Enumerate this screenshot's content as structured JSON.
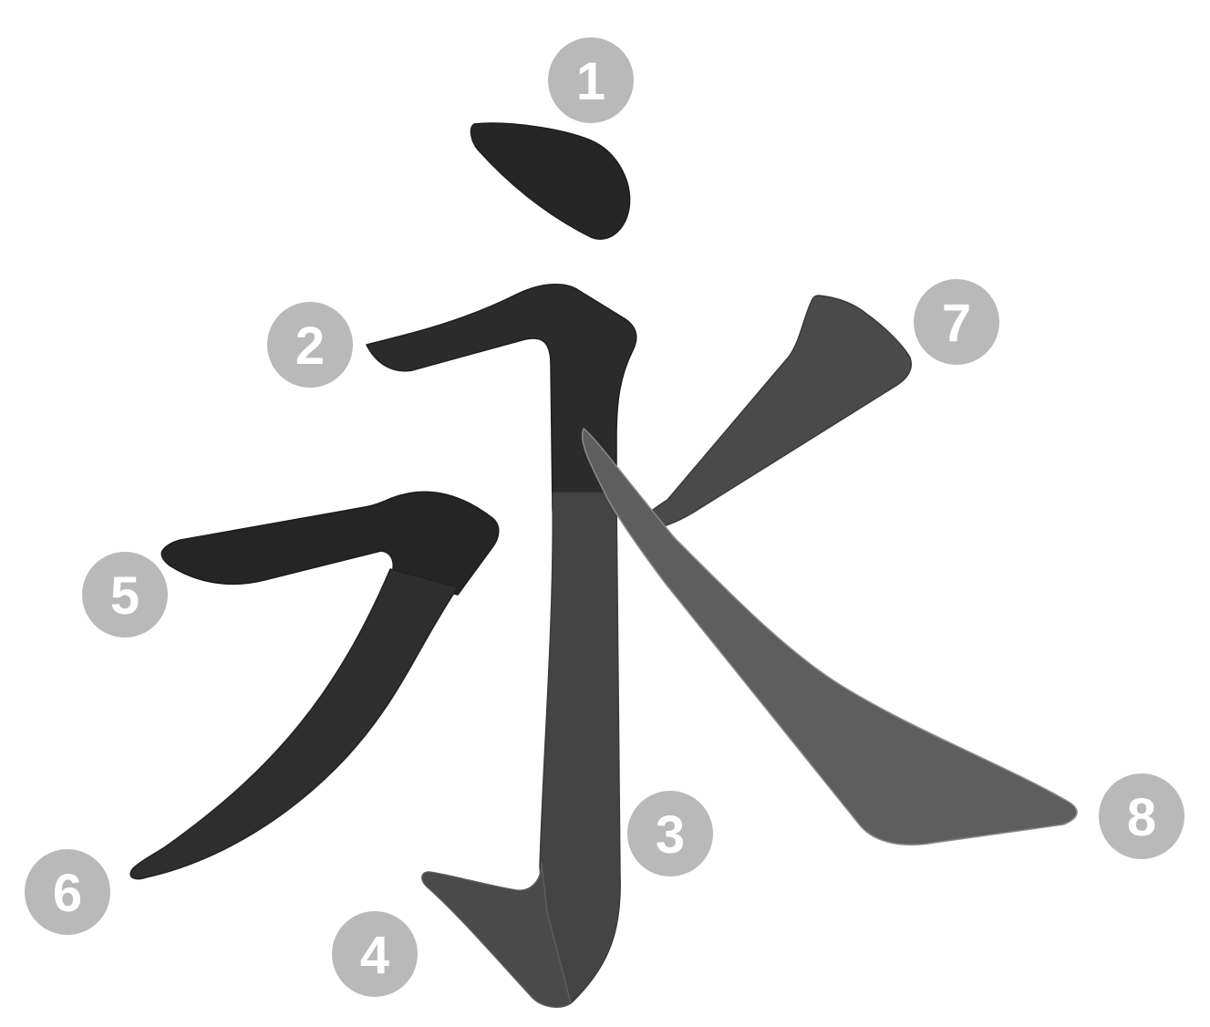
{
  "character": "永",
  "colors": {
    "background": "#ffffff",
    "label_circle": "#b9b9b9",
    "label_text": "#ffffff"
  },
  "strokes": [
    {
      "id": "stroke-1",
      "label": "1",
      "fill": "#262626",
      "edge": "#1e1e1e"
    },
    {
      "id": "stroke-2",
      "label": "2",
      "fill": "#2b2b2b",
      "edge": "#1f1f1f"
    },
    {
      "id": "stroke-3",
      "label": "3",
      "fill": "#444444",
      "edge": "#3a3a3a"
    },
    {
      "id": "stroke-4",
      "label": "4",
      "fill": "#4a4a4a",
      "edge": "#5c5c5c"
    },
    {
      "id": "stroke-5",
      "label": "5",
      "fill": "#252525",
      "edge": "#1c1c1c"
    },
    {
      "id": "stroke-6",
      "label": "6",
      "fill": "#2e2e2e",
      "edge": "#222222"
    },
    {
      "id": "stroke-7",
      "label": "7",
      "fill": "#4a4a4a",
      "edge": "#3a3a3a"
    },
    {
      "id": "stroke-8",
      "label": "8",
      "fill": "#5e5e5e",
      "edge": "#8a8a8a"
    }
  ]
}
